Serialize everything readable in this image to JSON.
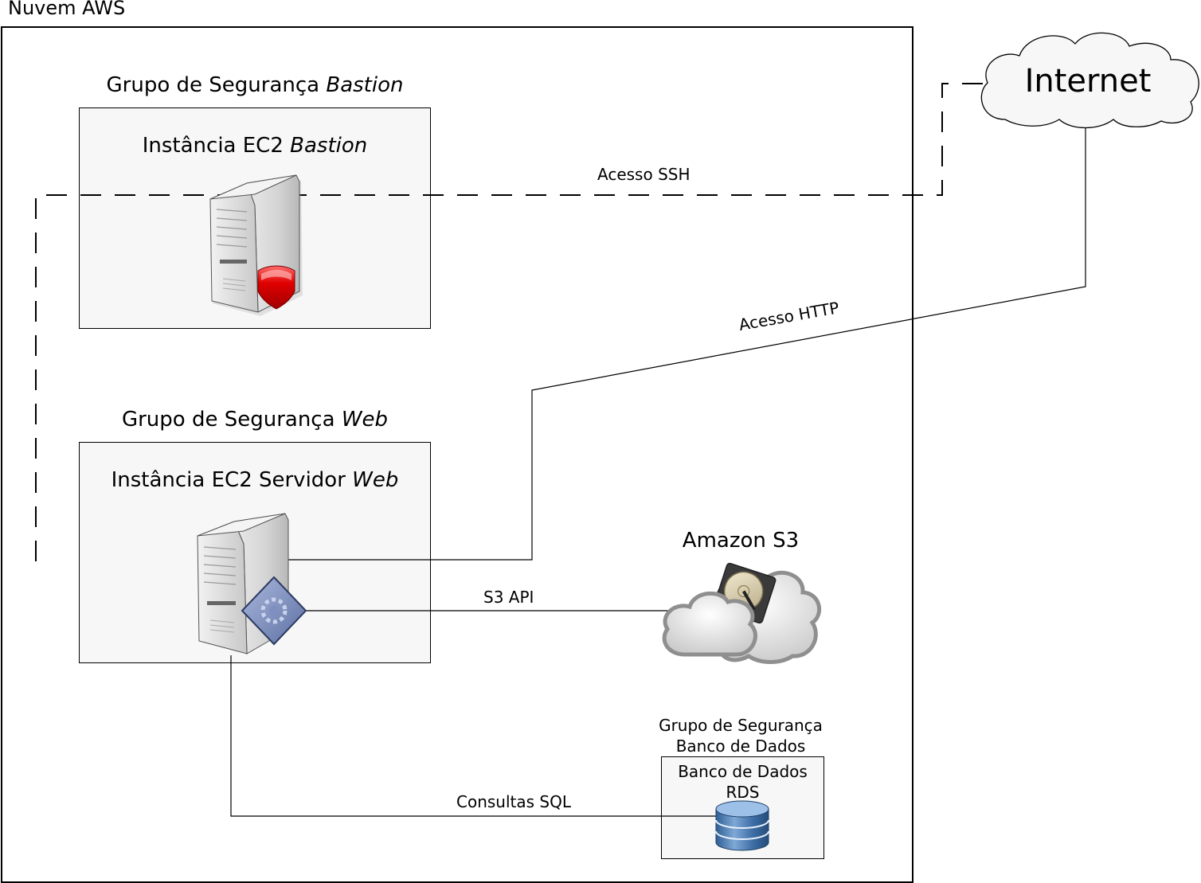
{
  "aws_cloud": {
    "label": "Nuvem AWS"
  },
  "internet": {
    "label": "Internet"
  },
  "bastion": {
    "group_prefix": "Grupo de Segurança ",
    "group_emph": "Bastion",
    "instance_prefix": "Instância EC2 ",
    "instance_emph": "Bastion"
  },
  "web": {
    "group_prefix": "Grupo de Segurança ",
    "group_emph": "Web",
    "instance_prefix": "Instância EC2 Servidor ",
    "instance_emph": "Web"
  },
  "s3": {
    "label": "Amazon S3"
  },
  "database": {
    "group_line1": "Grupo de Segurança",
    "group_line2": "Banco de Dados",
    "instance_line1": "Banco de Dados",
    "instance_line2": "RDS"
  },
  "connections": {
    "ssh": "Acesso SSH",
    "http": "Acesso HTTP",
    "s3api": "S3 API",
    "sql": "Consultas SQL"
  }
}
